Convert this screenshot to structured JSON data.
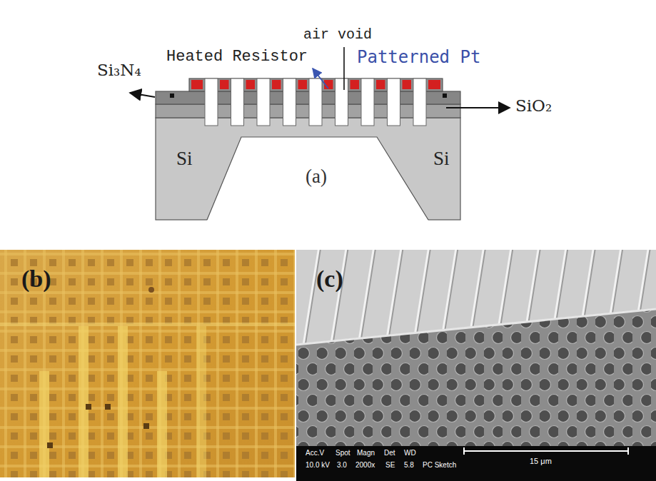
{
  "diagram": {
    "labels": [
      "air void",
      "Heated Resistor",
      "Patterned Pt",
      "Si₃N₄",
      "SiO₂",
      "Si",
      "Si",
      "(a)",
      "(b)",
      "(c)",
      "Acc.V",
      "Spot",
      "Magn",
      "Det",
      "WD",
      "10.0 kV",
      "3.0",
      "2000x",
      "SE",
      "5.8",
      "PC Sketch",
      "15 μm"
    ]
  }
}
